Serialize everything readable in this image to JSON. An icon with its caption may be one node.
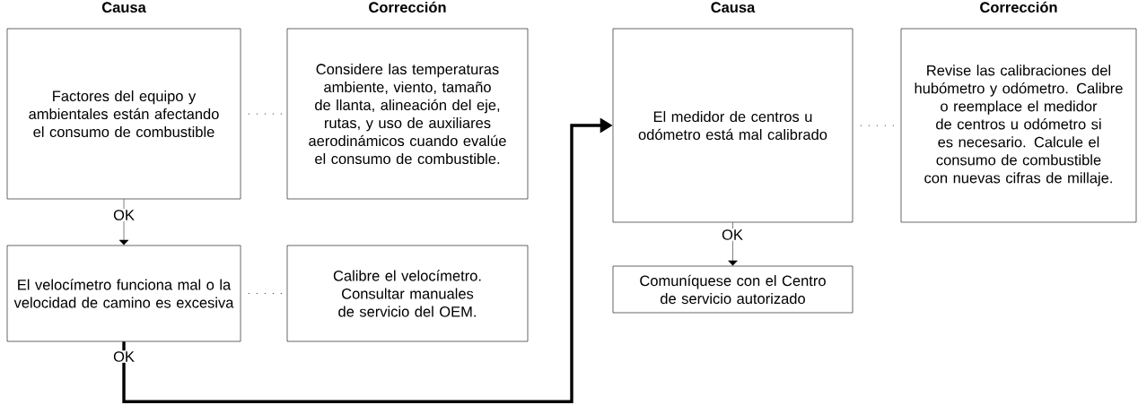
{
  "diagram": {
    "nodes": [
      {
        "text": [
          "Factores del equipo y ambientales están afectando el consumo de combustible"
        ],
        "beside": [
          "Causa"
        ]
      },
      {
        "text": [
          "Considere las temperaturas ambiente, viento, tamaño de llanta, alineación del eje, rutas, y uso de auxiliares aerodinámicos cuando evalúe el consumo de combustible."
        ],
        "beside": [
          "Corrección"
        ]
      },
      {
        "text": [
          "El velocímetro funciona mal o la velocidad de camino es excesiva"
        ]
      },
      {
        "text": [
          "Calibre el velocímetro. Consultar manuales de servicio del OEM."
        ]
      },
      {
        "text": [
          "El medidor de centros u odómetro está mal calibrado"
        ],
        "beside": [
          "Causa"
        ]
      },
      {
        "text": [
          "Revise las calibraciones del hubómetro y odómetro. Calibre o reemplace el medidor de centros u odómetro si es necesario. Calcule el consumo de combustible con nuevas cifras de millaje."
        ],
        "beside": [
          "Corrección"
        ]
      },
      {
        "text": [
          "Comuníquese con el Centro de servicio autorizado"
        ]
      }
    ],
    "edges": [
      {
        "from": 0,
        "to": 1,
        "arrow": "none",
        "style": "dashed"
      },
      {
        "from": 0,
        "to": 2,
        "arrow": "to",
        "label": "OK"
      },
      {
        "from": 2,
        "to": 3,
        "arrow": "none",
        "style": "dashed"
      },
      {
        "from": 2,
        "to": 4,
        "arrow": "to",
        "label": "OK",
        "style": "thick"
      },
      {
        "from": 4,
        "to": 5,
        "arrow": "none",
        "style": "dashed"
      },
      {
        "from": 4,
        "to": 6,
        "arrow": "to",
        "label": "OK"
      }
    ]
  }
}
